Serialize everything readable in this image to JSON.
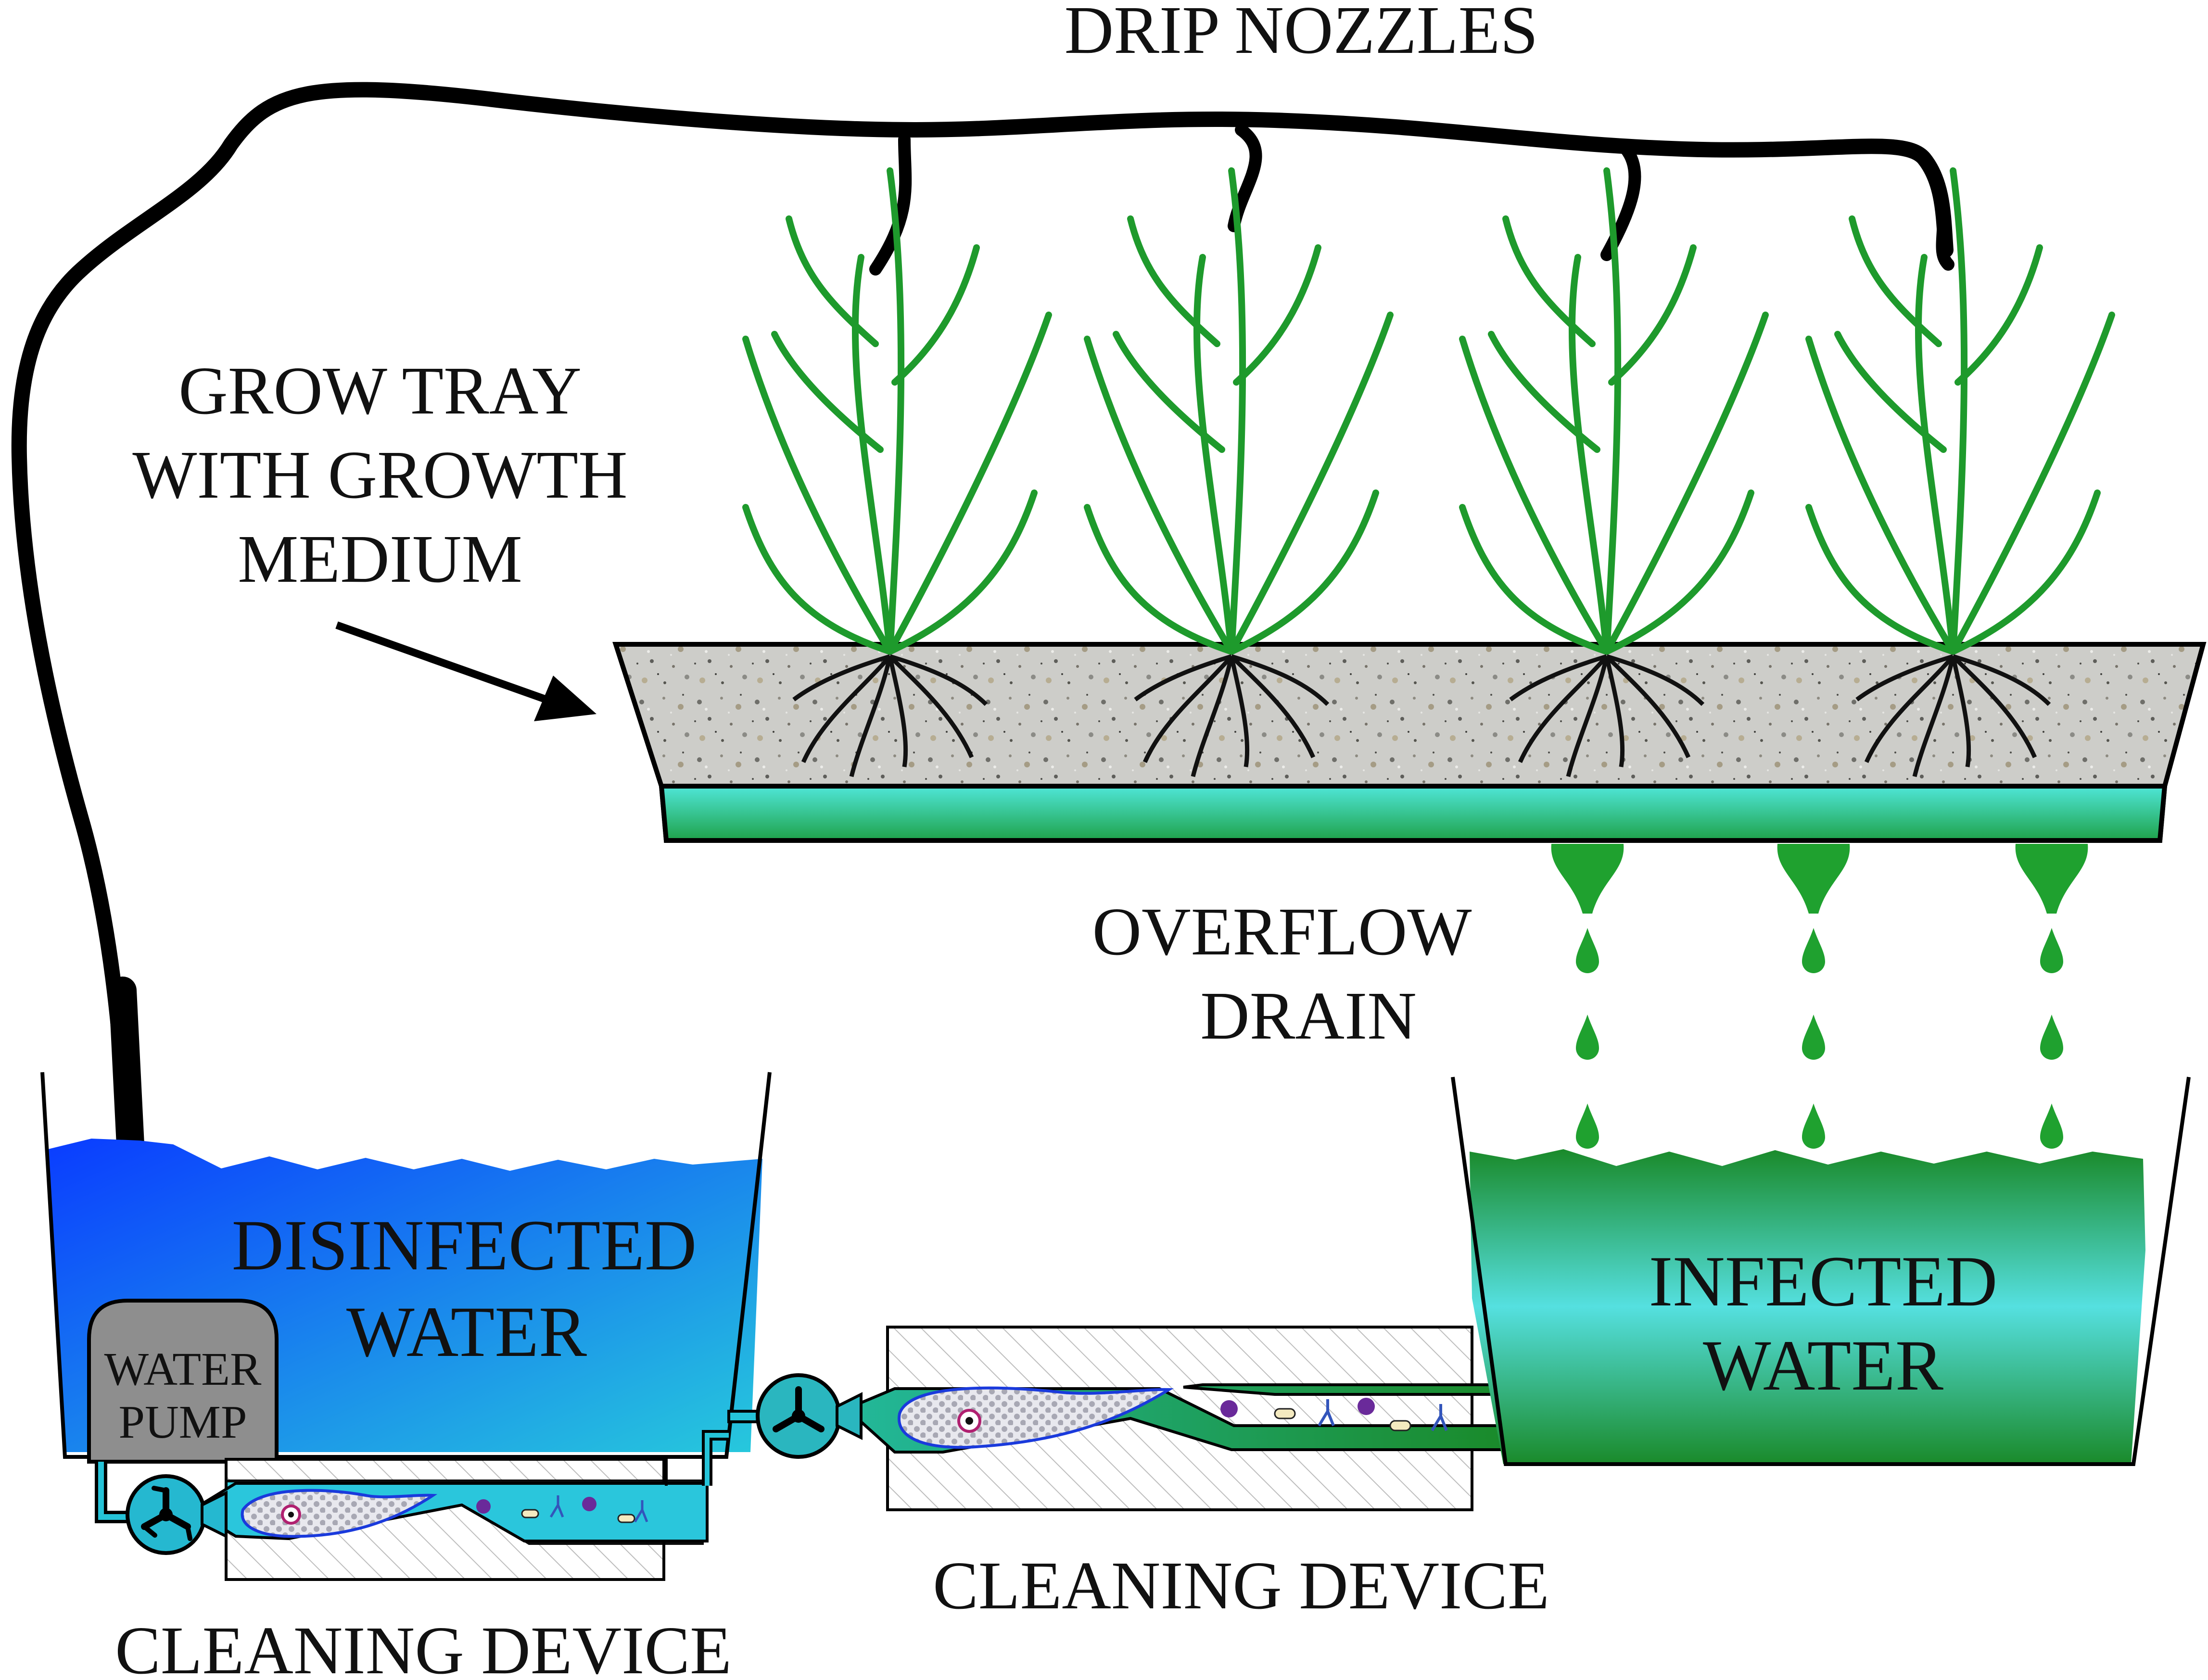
{
  "labels": {
    "drip_nozzles": "DRIP NOZZLES",
    "grow_tray_line1": "GROW TRAY",
    "grow_tray_line2": "WITH GROWTH",
    "grow_tray_line3": "MEDIUM",
    "overflow_line1": "OVERFLOW",
    "overflow_line2": "DRAIN",
    "disinfected_line1": "DISINFECTED",
    "disinfected_line2": "WATER",
    "infected_line1": "INFECTED",
    "infected_line2": "WATER",
    "pump_line1": "WATER",
    "pump_line2": "PUMP",
    "cleaning_device_left": "CLEANING DEVICE",
    "cleaning_device_middle": "CLEANING DEVICE"
  },
  "icons": [
    "pump-impeller-icon",
    "water-drop-icon",
    "plant-icon",
    "arrow-icon"
  ],
  "colors": {
    "disinfected_top": "#0a3cff",
    "disinfected_bottom": "#27c9dc",
    "infected_dark": "#1a8a2a",
    "infected_light": "#55e0e0",
    "drip_green": "#1fa12f",
    "plant_green": "#1e9a2c",
    "tray_gray": "#c9c9c6",
    "pipe_black": "#000000"
  }
}
